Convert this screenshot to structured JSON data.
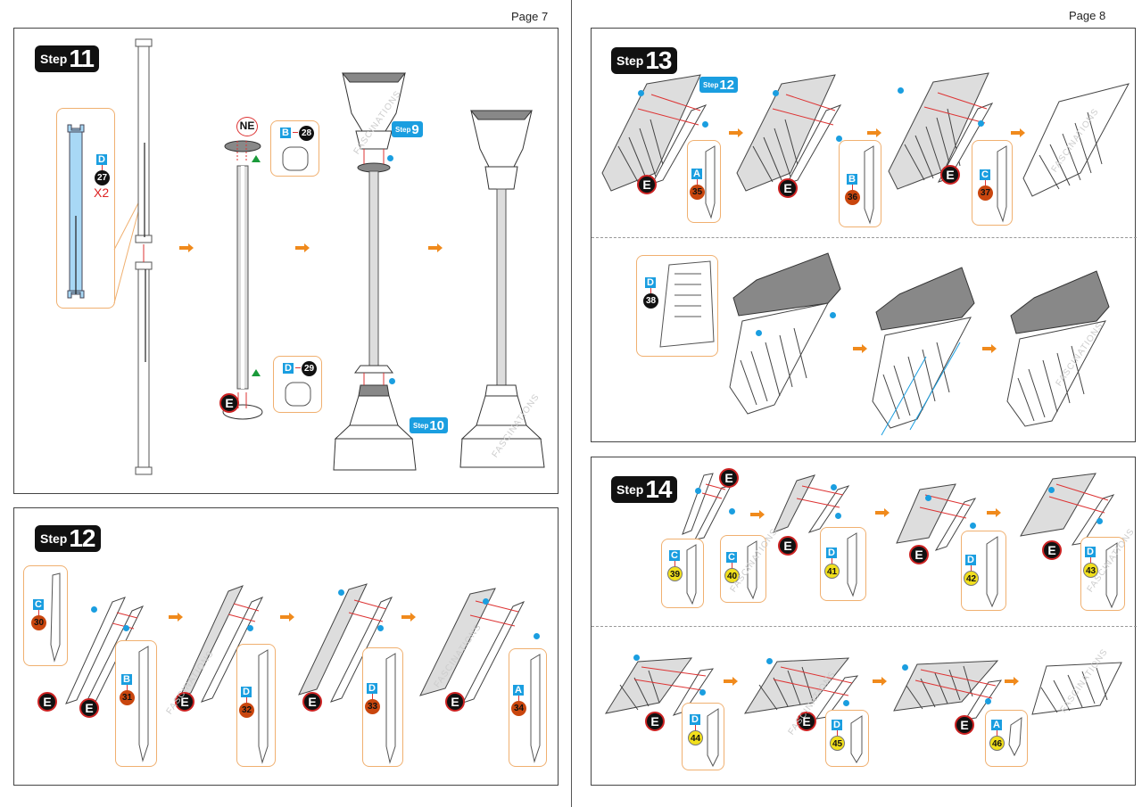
{
  "pages": [
    {
      "label": "Page 7"
    },
    {
      "label": "Page 8"
    }
  ],
  "colors": {
    "step_badge_bg": "#111111",
    "step_ref_bg": "#1a9ee0",
    "sheet_label_bg": "#1a9ee0",
    "callout_border": "#f0b070",
    "arrow": "#f08a1c",
    "connector_red": "#d33333",
    "alignment_dot": "#1a9ee0",
    "part_highlight": "#a8d8f5"
  },
  "watermark": "FASCINATIONS",
  "steps": {
    "step11": {
      "word": "Step",
      "number": "11",
      "callouts": [
        {
          "sheet": "D",
          "part": "27",
          "qty": "X2"
        },
        {
          "sheet": "B",
          "part": "28"
        },
        {
          "sheet": "D",
          "part": "29"
        }
      ],
      "badges": {
        "ne": "NE",
        "e": "E"
      },
      "refs": [
        {
          "word": "Step",
          "number": "9"
        },
        {
          "word": "Step",
          "number": "10"
        }
      ]
    },
    "step12": {
      "word": "Step",
      "number": "12",
      "callouts": [
        {
          "sheet": "C",
          "part": "30"
        },
        {
          "sheet": "B",
          "part": "31"
        },
        {
          "sheet": "D",
          "part": "32"
        },
        {
          "sheet": "D",
          "part": "33"
        },
        {
          "sheet": "A",
          "part": "34"
        }
      ],
      "badge_e": "E"
    },
    "step13": {
      "word": "Step",
      "number": "13",
      "ref": {
        "word": "Step",
        "number": "12"
      },
      "callouts": [
        {
          "sheet": "A",
          "part": "35"
        },
        {
          "sheet": "B",
          "part": "36"
        },
        {
          "sheet": "C",
          "part": "37"
        },
        {
          "sheet": "D",
          "part": "38"
        }
      ],
      "badge_e": "E"
    },
    "step14": {
      "word": "Step",
      "number": "14",
      "callouts": [
        {
          "sheet": "C",
          "part": "39"
        },
        {
          "sheet": "C",
          "part": "40"
        },
        {
          "sheet": "D",
          "part": "41"
        },
        {
          "sheet": "D",
          "part": "42"
        },
        {
          "sheet": "D",
          "part": "43"
        },
        {
          "sheet": "D",
          "part": "44"
        },
        {
          "sheet": "D",
          "part": "45"
        },
        {
          "sheet": "A",
          "part": "46"
        }
      ],
      "badge_e": "E"
    }
  }
}
